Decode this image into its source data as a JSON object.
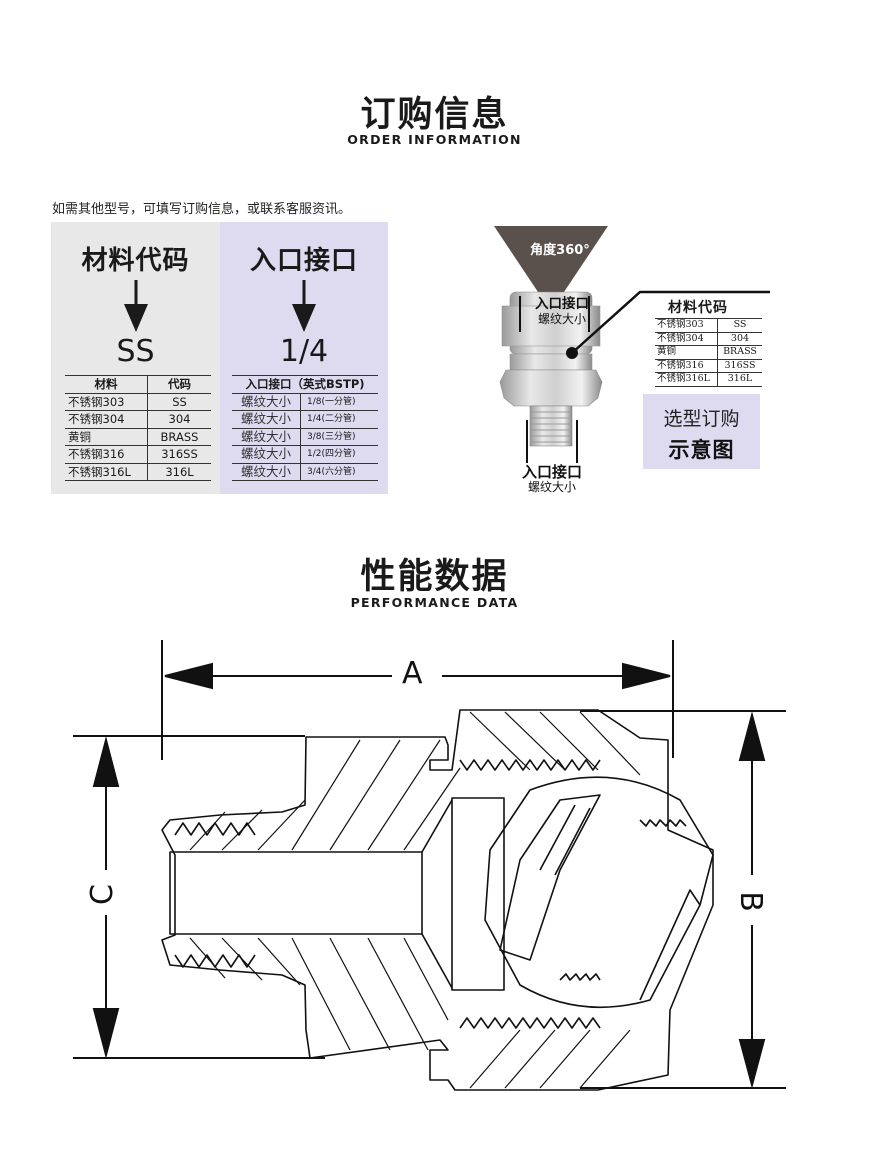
{
  "order_section": {
    "title_cn": "订购信息",
    "title_en": "ORDER INFORMATION",
    "note": "如需其他型号，可填写订购信息，或联系客服资讯。"
  },
  "material_panel": {
    "heading": "材料代码",
    "value": "SS",
    "table": {
      "headers": [
        "材料",
        "代码"
      ],
      "rows": [
        [
          "不锈钢303",
          "SS"
        ],
        [
          "不锈钢304",
          "304"
        ],
        [
          "黄铜",
          "BRASS"
        ],
        [
          "不锈钢316",
          "316SS"
        ],
        [
          "不锈钢316L",
          "316L"
        ]
      ]
    }
  },
  "inlet_panel": {
    "heading": "入口接口",
    "value": "1/4",
    "table": {
      "header": "入口接口（英式BSTP)",
      "rows": [
        [
          "螺纹大小",
          "1/8(一分管)"
        ],
        [
          "螺纹大小",
          "1/4(二分管)"
        ],
        [
          "螺纹大小",
          "3/8(三分管)"
        ],
        [
          "螺纹大小",
          "1/2(四分管)"
        ],
        [
          "螺纹大小",
          "3/4(六分管)"
        ]
      ]
    }
  },
  "product_illustration": {
    "cone_label": "角度360°",
    "top_label_bold": "入口接口",
    "top_label_small": "螺纹大小",
    "bottom_label_bold": "入口接口",
    "bottom_label_small": "螺纹大小",
    "callout_title": "材料代码",
    "callout_rows": [
      [
        "不锈钢303",
        "SS"
      ],
      [
        "不锈钢304",
        "304"
      ],
      [
        "黄铜",
        "BRASS"
      ],
      [
        "不锈钢316",
        "316SS"
      ],
      [
        "不锈钢316L",
        "316L"
      ]
    ],
    "select_box_line1": "选型订购",
    "select_box_line2": "示意图"
  },
  "performance_section": {
    "title_cn": "性能数据",
    "title_en": "PERFORMANCE DATA",
    "dimension_labels": {
      "a": "A",
      "b": "B",
      "c": "C"
    }
  },
  "colors": {
    "panel_gray": "#e8e8e8",
    "panel_lavender": "#dedaf0",
    "cone": "#5a514c",
    "text": "#1a1a1a"
  }
}
